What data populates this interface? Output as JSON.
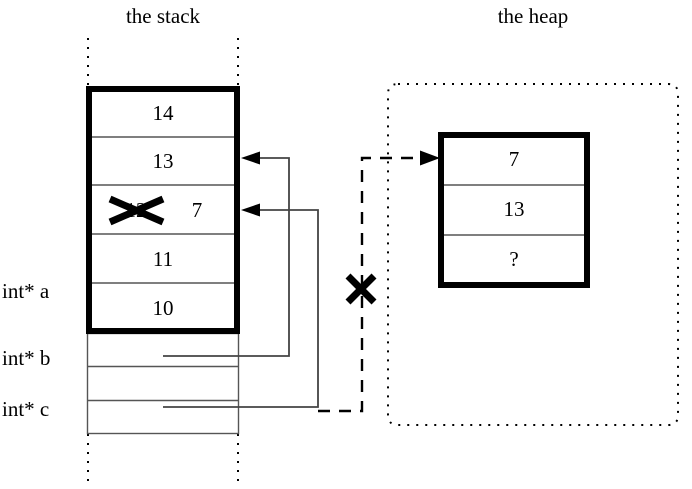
{
  "diagram": {
    "titles": {
      "stack": "the stack",
      "heap": "the heap"
    },
    "stack": {
      "frame_cells": [
        {
          "value": "14"
        },
        {
          "value": "13"
        },
        {
          "value": "12",
          "struck": true,
          "new_value": "7"
        },
        {
          "value": "11"
        },
        {
          "value": "10"
        }
      ],
      "pointer_rows": [
        {
          "label": "int* a"
        },
        {
          "label": "int* b"
        },
        {
          "label": "int* c"
        }
      ]
    },
    "heap": {
      "cells": [
        {
          "value": "7"
        },
        {
          "value": "13"
        },
        {
          "value": "?"
        }
      ]
    },
    "marks": {
      "struck_value_mark": "x-strike-mark",
      "broken_pointer_mark": "x-cross-mark"
    },
    "colors": {
      "ink": "#000000",
      "background": "#ffffff",
      "thin_rule": "#555555"
    }
  }
}
